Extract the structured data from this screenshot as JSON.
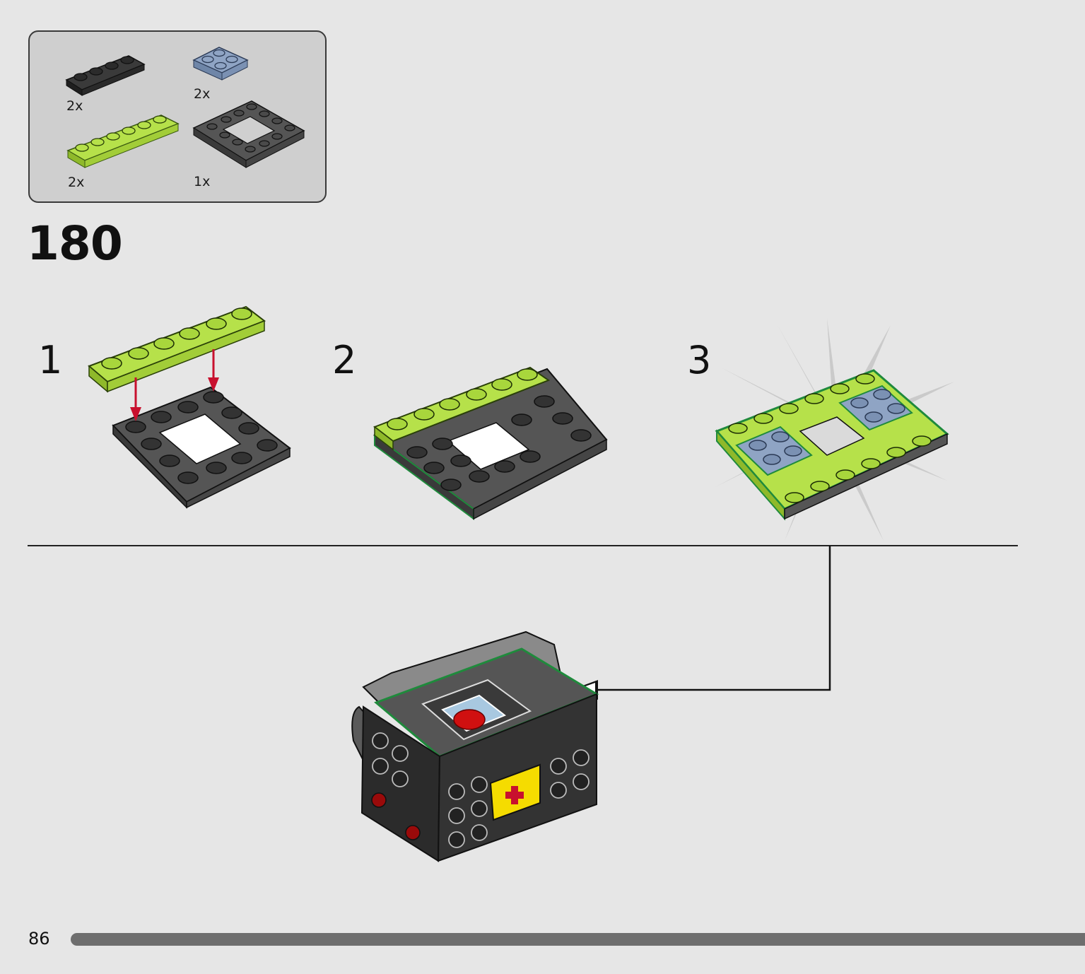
{
  "parts_list": {
    "items": [
      {
        "name": "black-plate-1x4",
        "quantity": "2x",
        "color": "#2b2b2b"
      },
      {
        "name": "sand-blue-plate-2x2",
        "quantity": "2x",
        "color": "#8fa4c4"
      },
      {
        "name": "lime-plate-1x6",
        "quantity": "2x",
        "color": "#b6e14a"
      },
      {
        "name": "dark-gray-frame-plate-4x4",
        "quantity": "1x",
        "color": "#4f4f4f"
      }
    ]
  },
  "step": {
    "number": "180",
    "sub_steps": [
      "1",
      "2",
      "3"
    ]
  },
  "page": {
    "number": "86"
  },
  "colors": {
    "arrow_red": "#c8102e",
    "highlight_green": "#1f8a3c"
  }
}
